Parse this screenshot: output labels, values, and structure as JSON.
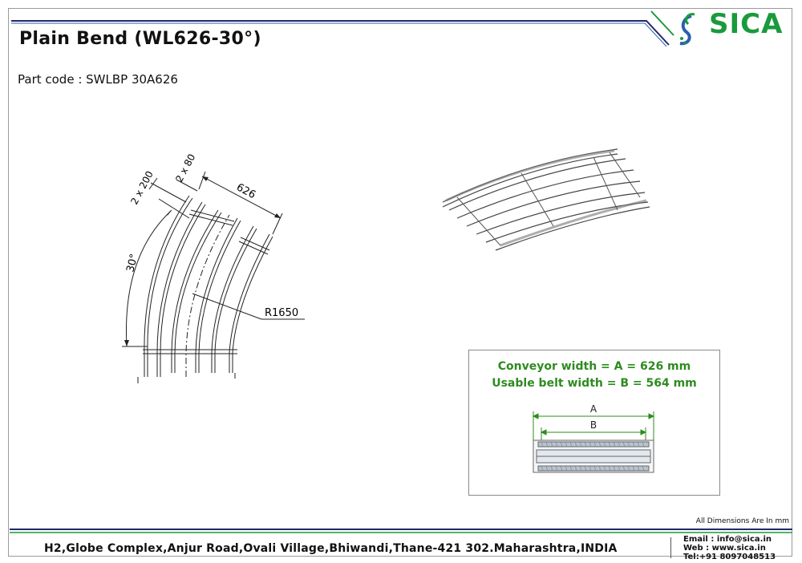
{
  "header": {
    "title": "Plain Bend (WL626-30°)",
    "part_code": "Part code : SWLBP 30A626",
    "brand": "SICA",
    "colors": {
      "navy": "#1f2a66",
      "green": "#1a9a3c",
      "blue": "#2a5fb0"
    }
  },
  "drawing": {
    "dim_2x200": "2 x 200",
    "dim_2x80": "2 x 80",
    "dim_626": "626",
    "dim_angle": "30°",
    "dim_radius": "R1650"
  },
  "specs": {
    "conveyor_width": "Conveyor width = A = 626 mm",
    "usable_width": "Usable belt width = B = 564 mm",
    "label_a": "A",
    "label_b": "B",
    "spec_color": "#2e8b1f"
  },
  "footer": {
    "dimensions_note": "All Dimensions Are In mm",
    "address": "H2,Globe Complex,Anjur Road,Ovali Village,Bhiwandi,Thane-421 302.Maharashtra,INDIA",
    "email": "Email : info@sica.in",
    "web": "Web  : www.sica.in",
    "tel": "Tel:+91 8097048513"
  }
}
